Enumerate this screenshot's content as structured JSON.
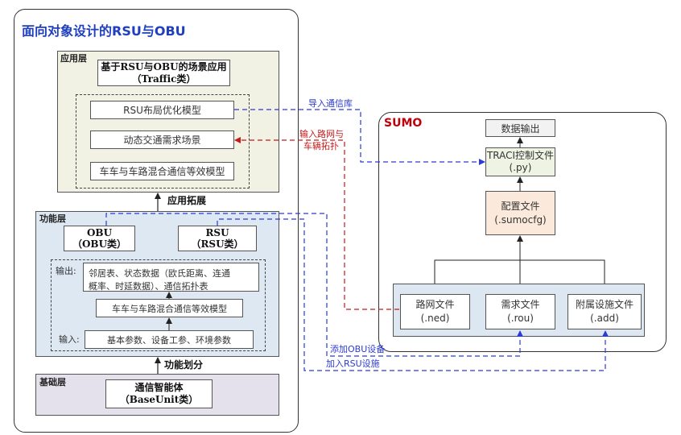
{
  "left_panel": {
    "title": "面向对象设计的RSU与OBU",
    "application_layer": {
      "label": "应用层",
      "scenario_line1": "基于RSU与OBU的场景应用",
      "scenario_line2": "（Traffic类）",
      "items": [
        "RSU布局优化模型",
        "动态交通需求场景",
        "车车与车路混合通信等效模型"
      ]
    },
    "extend_label": "应用拓展",
    "function_layer": {
      "label": "功能层",
      "obu_line1": "OBU",
      "obu_line2": "（OBU类）",
      "rsu_line1": "RSU",
      "rsu_line2": "（RSU类）",
      "output_label": "输出:",
      "output_line1": "邻居表、状态数据（欧氏距离、连通",
      "output_line2": "概率、时延数据）、通信拓扑表",
      "model": "车车与车路混合通信等效模型",
      "input_label": "输入:",
      "input_text": "基本参数、设备工参、环境参数"
    },
    "divide_label": "功能划分",
    "base_layer": {
      "label": "基础层",
      "agent_line1": "通信智能体",
      "agent_line2": "（BaseUnit类）"
    }
  },
  "sumo_panel": {
    "title": "SUMO",
    "data_output": "数据输出",
    "traci_line1": "TRACI控制文件",
    "traci_line2": "(.py)",
    "config_line1": "配置文件",
    "config_line2": "(.sumocfg)",
    "files": [
      {
        "line1": "路网文件",
        "line2": "(.ned)"
      },
      {
        "line1": "需求文件",
        "line2": "(.rou)"
      },
      {
        "line1": "附属设施文件",
        "line2": "(.add)"
      }
    ]
  },
  "connectors": {
    "import_lib": "导入通信库",
    "input_net_line1": "输入路网与",
    "input_net_line2": "车辆拓扑",
    "add_obu": "添加OBU设备",
    "add_rsu": "加入RSU设施"
  },
  "colors": {
    "title_blue": "#1f3fbf",
    "sumo_red": "#c0000b",
    "dashed_blue": "#2a3bd6",
    "dashed_red": "#c41a1a",
    "app_layer_bg": "#f1f2e4",
    "func_layer_bg": "#dde8f3",
    "base_layer_bg": "#e5e1ec",
    "traci_bg": "#eef3e4",
    "config_bg": "#fbeadb",
    "files_bg": "#dce7f2"
  }
}
